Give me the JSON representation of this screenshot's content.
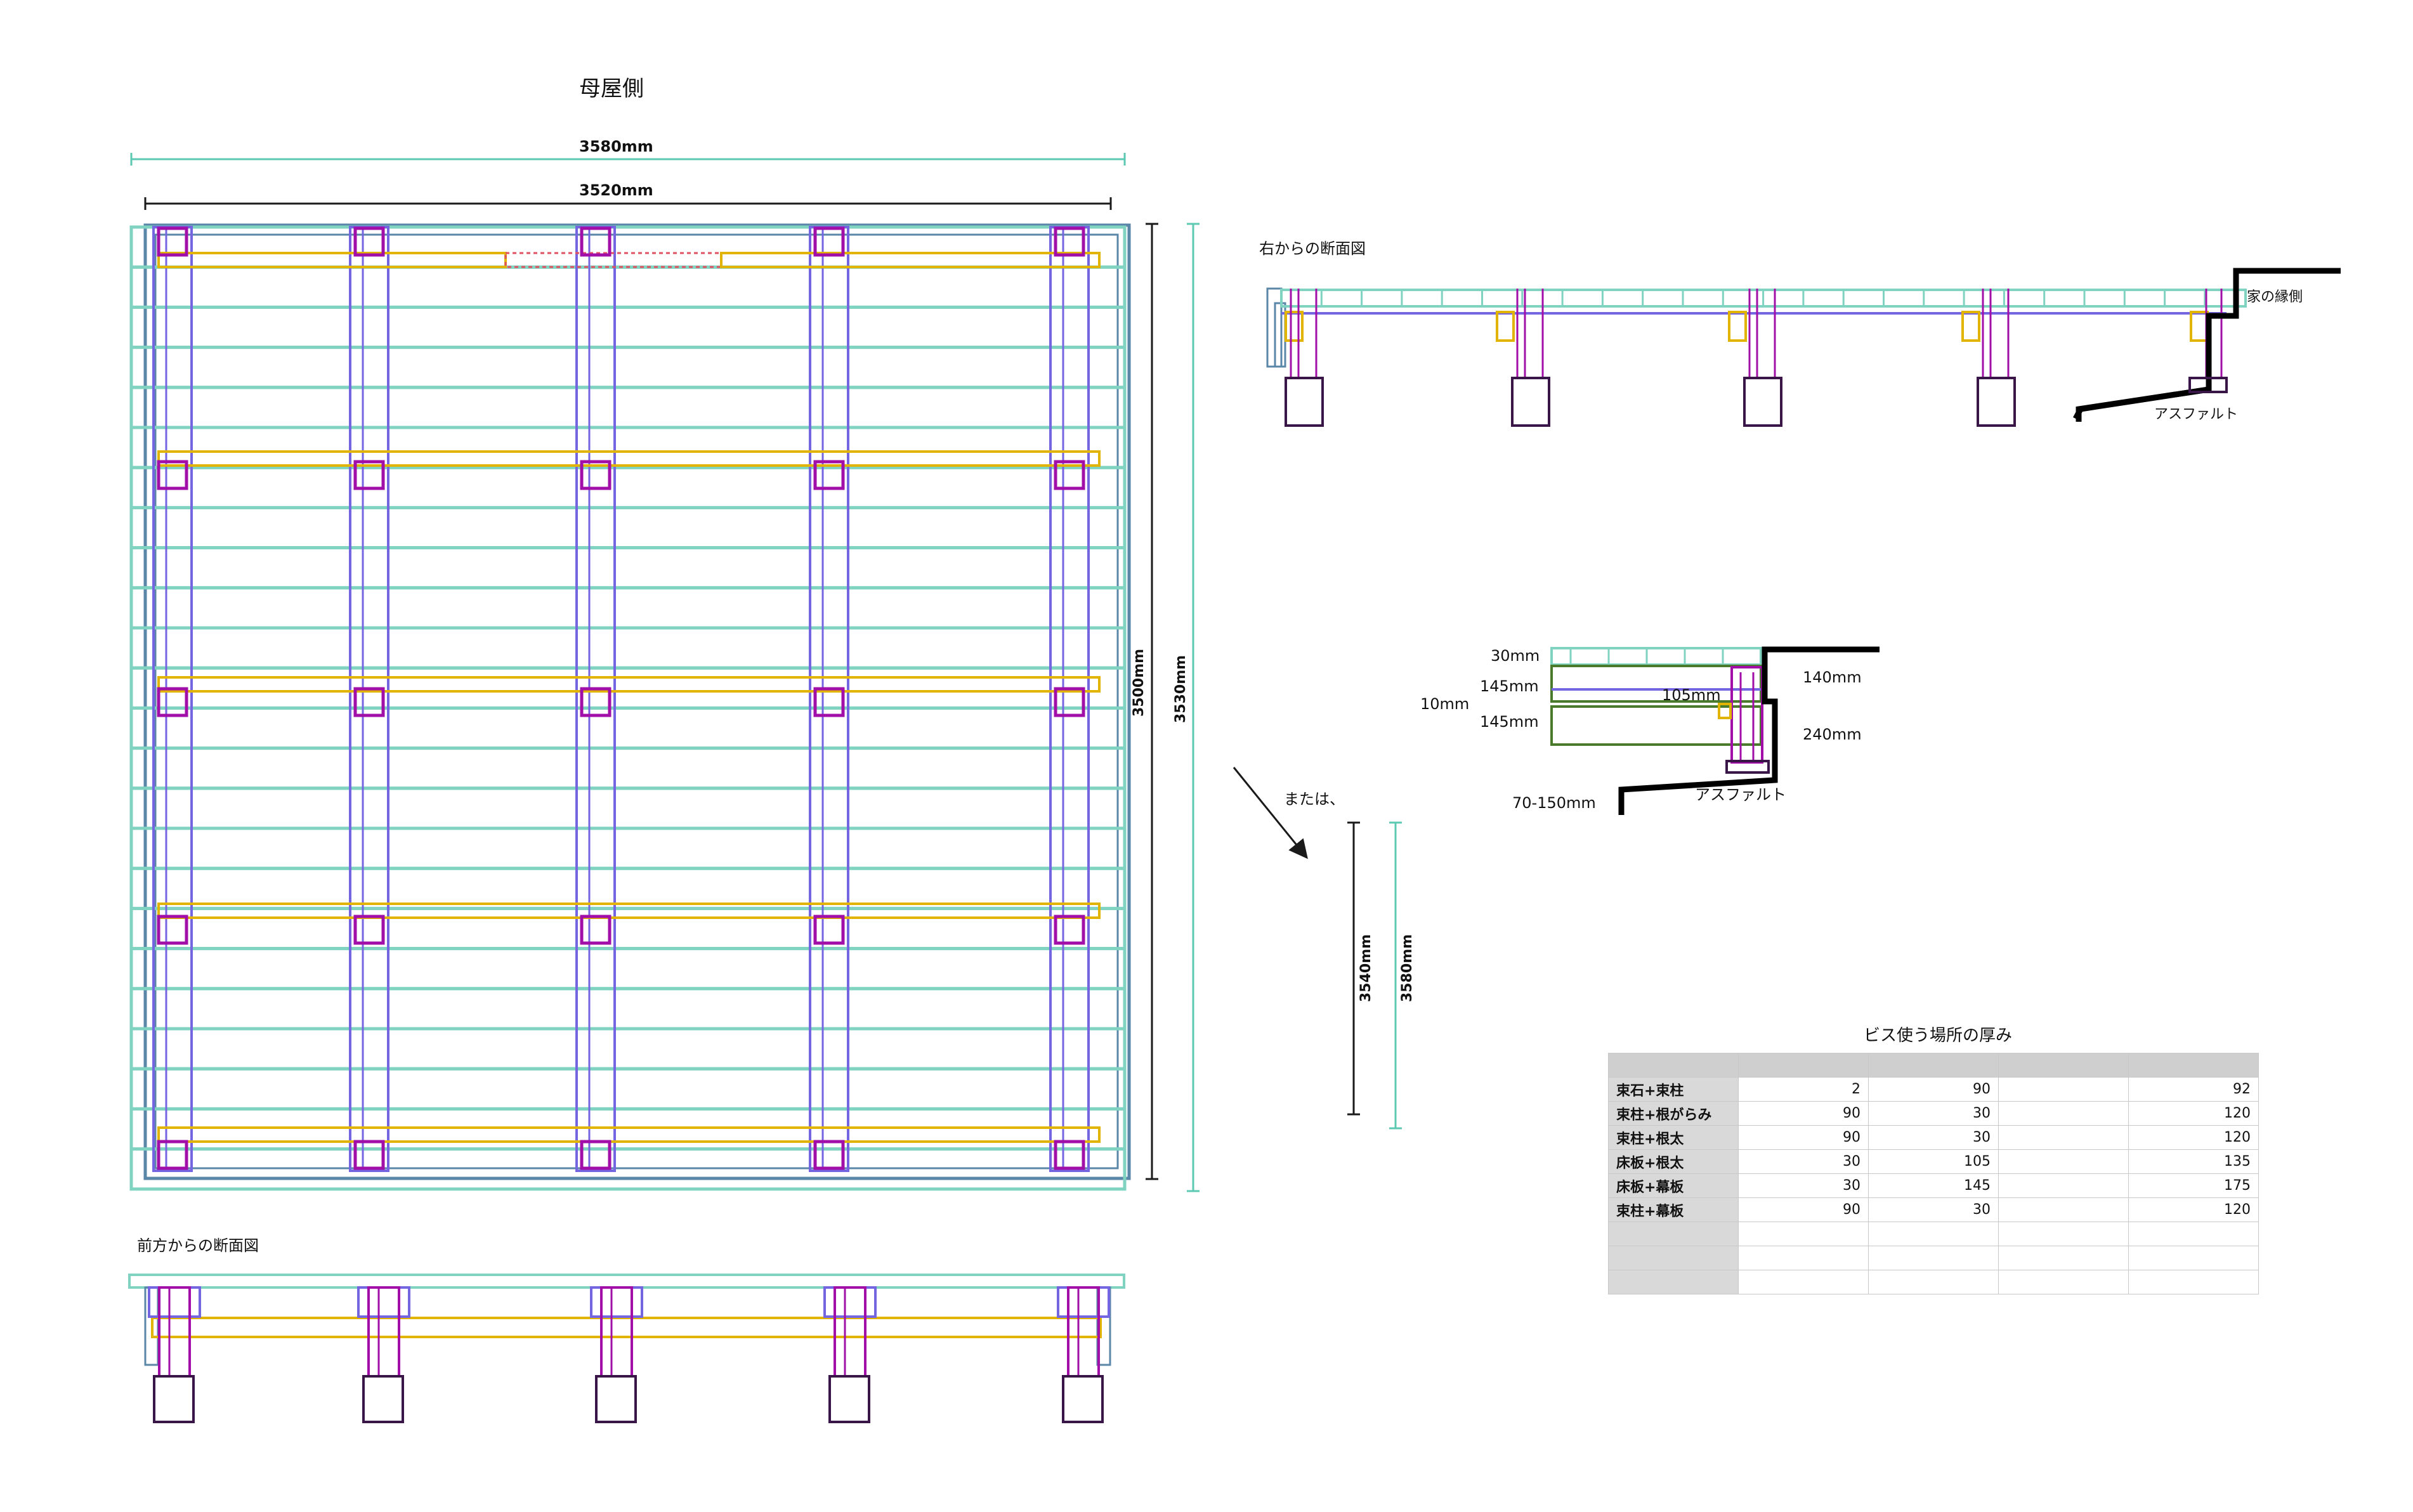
{
  "labels": {
    "title": "母屋側",
    "dim_3580_top": "3580mm",
    "dim_3520_top": "3520mm",
    "dim_3500_v": "3500mm",
    "dim_3530_v": "3530mm",
    "front_section_title": "前方からの断面図",
    "right_section_title": "右からの断面図",
    "house_veranda": "家の縁側",
    "asphalt_1": "アスファルト",
    "dim_30": "30mm",
    "dim_145_a": "145mm",
    "dim_10": "10mm",
    "dim_145_b": "145mm",
    "dim_105": "105mm",
    "dim_140": "140mm",
    "dim_240": "240mm",
    "dim_70_150": "70-150mm",
    "asphalt_2": "アスファルト",
    "or_text": "または、",
    "dim_3540_v": "3540mm",
    "dim_3580_v": "3580mm",
    "table_title": "ビス使う場所の厚み"
  },
  "table": {
    "rows": [
      {
        "name": "束石+束柱",
        "a": "2",
        "b": "90",
        "c": "",
        "total": "92"
      },
      {
        "name": "束柱+根がらみ",
        "a": "90",
        "b": "30",
        "c": "",
        "total": "120"
      },
      {
        "name": "束柱+根太",
        "a": "90",
        "b": "30",
        "c": "",
        "total": "120"
      },
      {
        "name": "床板+根太",
        "a": "30",
        "b": "105",
        "c": "",
        "total": "135"
      },
      {
        "name": "床板+幕板",
        "a": "30",
        "b": "145",
        "c": "",
        "total": "175"
      },
      {
        "name": "束柱+幕板",
        "a": "90",
        "b": "30",
        "c": "",
        "total": "120"
      }
    ],
    "empty_rows": 3
  },
  "colors": {
    "decking": "#7fd3c0",
    "joist": "#7466e0",
    "post": "#a10fa8",
    "beam": "#e0b400",
    "fascia": "#5a86a8",
    "footing": "#3a1547",
    "dim_line": "#1a1a1a",
    "dim_line_teal": "#5cc9b2",
    "wall": "#000000",
    "fascia_green": "#4a7a2c"
  }
}
